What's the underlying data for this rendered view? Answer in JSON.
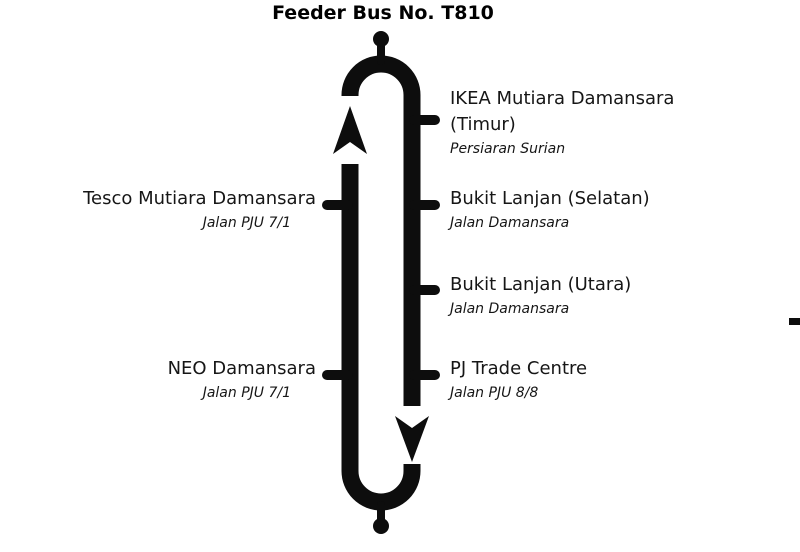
{
  "title": "Feeder Bus No. T810",
  "route": {
    "line_color": "#0d0d0d",
    "direction": {
      "left_side": "up",
      "right_side": "down"
    },
    "right_stops": [
      {
        "name_line1": "IKEA Mutiara Damansara",
        "name_line2": "(Timur)",
        "road": "Persiaran Surian"
      },
      {
        "name_line1": "Bukit Lanjan (Selatan)",
        "road": "Jalan Damansara"
      },
      {
        "name_line1": "Bukit Lanjan (Utara)",
        "road": "Jalan Damansara"
      },
      {
        "name_line1": "PJ Trade Centre",
        "road": "Jalan PJU 8/8"
      }
    ],
    "left_stops": [
      {
        "name": "Tesco Mutiara Damansara",
        "road": "Jalan PJU 7/1"
      },
      {
        "name": "NEO Damansara",
        "road": "Jalan PJU 7/1"
      }
    ]
  }
}
